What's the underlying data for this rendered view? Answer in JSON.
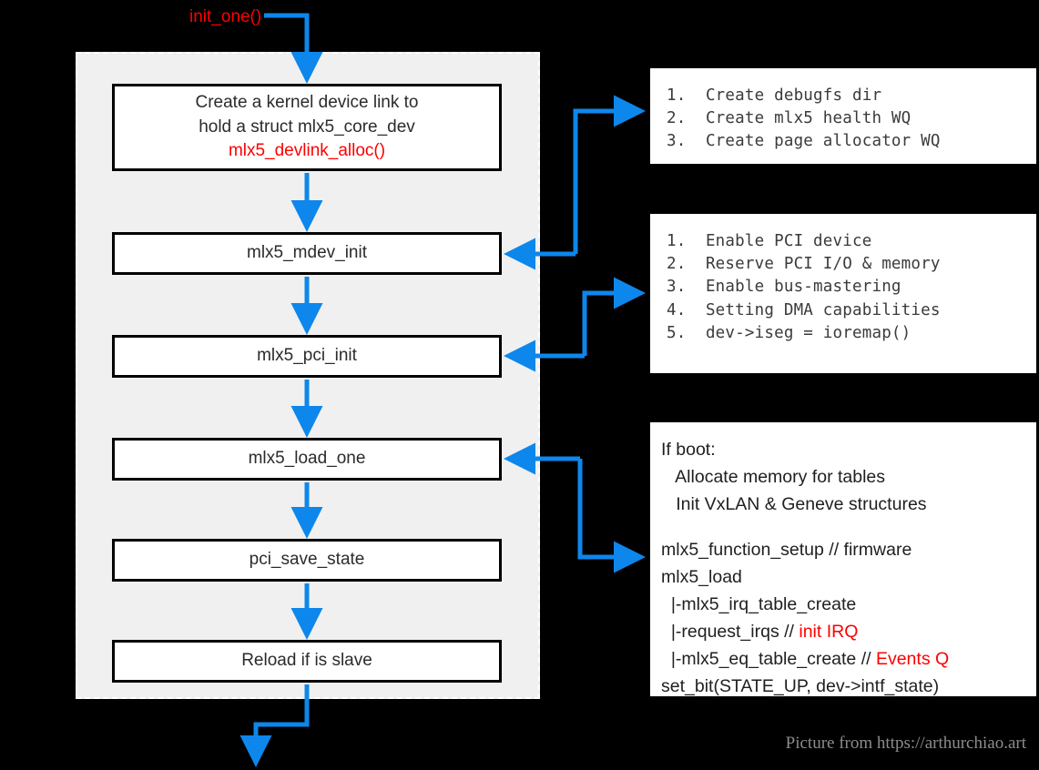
{
  "colors": {
    "arrow_blue": "#0d87ec",
    "accent_red": "#ff0000",
    "panel_bg": "#f0f0f0",
    "page_bg": "#000000",
    "box_border": "#000000",
    "credit_gray": "#8c8c8c"
  },
  "entry": {
    "label": "init_one()"
  },
  "flow": {
    "steps": [
      {
        "lines": [
          "Create a kernel device link to",
          "hold a struct mlx5_core_dev"
        ],
        "accent_line": "mlx5_devlink_alloc()"
      },
      {
        "lines": [
          "mlx5_mdev_init"
        ],
        "accent_line": ""
      },
      {
        "lines": [
          "mlx5_pci_init"
        ],
        "accent_line": ""
      },
      {
        "lines": [
          "mlx5_load_one"
        ],
        "accent_line": ""
      },
      {
        "lines": [
          "pci_save_state"
        ],
        "accent_line": ""
      },
      {
        "lines": [
          "Reload if is slave"
        ],
        "accent_line": ""
      }
    ]
  },
  "notes": [
    {
      "style": "mono",
      "lines": [
        {
          "text": "1.  Create debugfs dir"
        },
        {
          "text": "2.  Create mlx5 health WQ"
        },
        {
          "text": "3.  Create page allocator WQ"
        }
      ]
    },
    {
      "style": "mono",
      "lines": [
        {
          "text": "1.  Enable PCI device"
        },
        {
          "text": "2.  Reserve PCI I/O & memory"
        },
        {
          "text": "3.  Enable bus-mastering"
        },
        {
          "text": "4.  Setting DMA capabilities"
        },
        {
          "text": "5.  dev->iseg = ioremap()"
        }
      ]
    },
    {
      "style": "sans",
      "lines": [
        {
          "text": "If boot:"
        },
        {
          "text": "   Allocate memory for tables"
        },
        {
          "text": "   Init VxLAN & Geneve structures"
        },
        {
          "text": ""
        },
        {
          "text": "mlx5_function_setup // firmware"
        },
        {
          "text": "mlx5_load"
        },
        {
          "text": "  |-mlx5_irq_table_create"
        },
        {
          "text": "  |-request_irqs // ",
          "accent": "init IRQ"
        },
        {
          "text": "  |-mlx5_eq_table_create // ",
          "accent": "Events Q"
        },
        {
          "text": "set_bit(STATE_UP, dev->intf_state)"
        }
      ]
    }
  ],
  "credit": {
    "text": "Picture from https://arthurchiao.art"
  }
}
